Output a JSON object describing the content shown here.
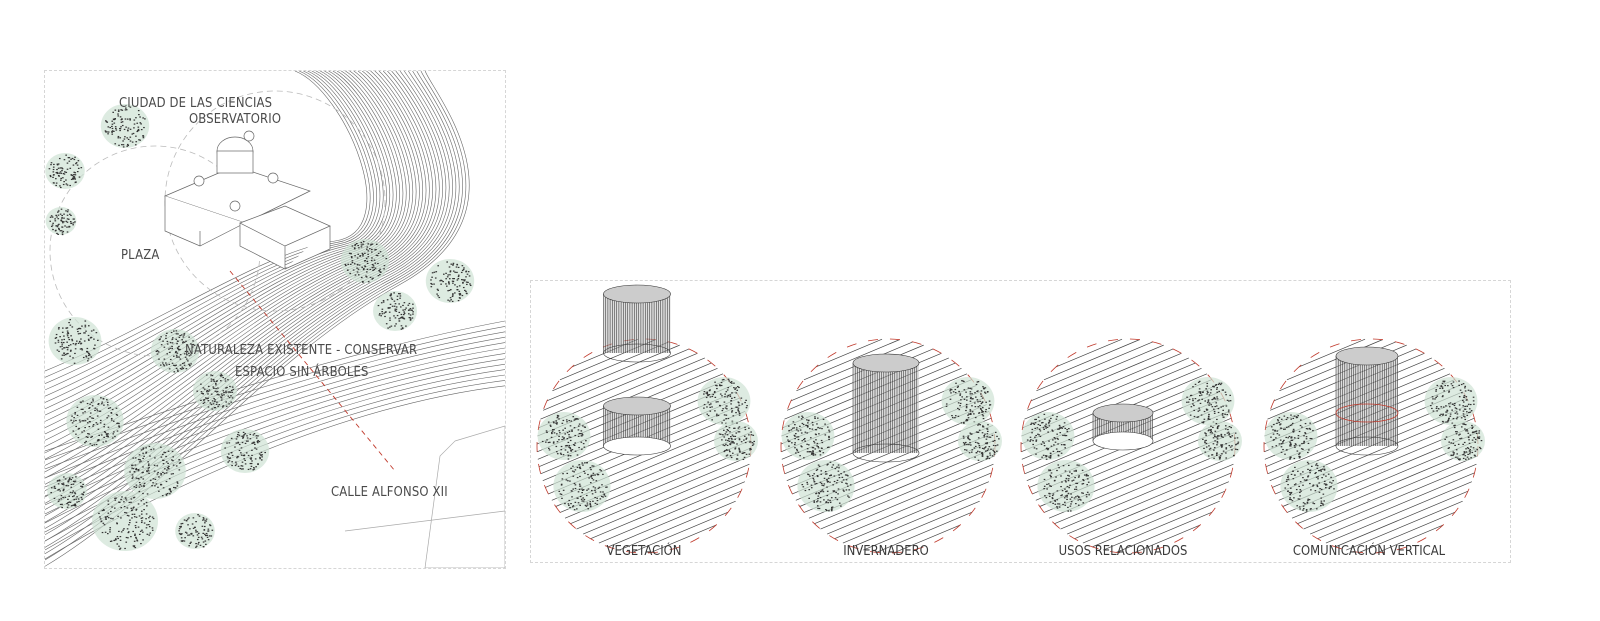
{
  "site_plan": {
    "labels": {
      "ciudad": "CIUDAD DE LAS CIENCIAS",
      "observatorio": "OBSERVATORIO",
      "plaza": "PLAZA",
      "naturaleza": "NATURALEZA EXISTENTE - CONSERVAR",
      "espacio": "ESPACIO SIN ÁRBOLES",
      "calle": "CALLE ALFONSO XII"
    }
  },
  "strategies": [
    {
      "label": "VEGETACIÓN"
    },
    {
      "label": "INVERNADERO"
    },
    {
      "label": "USOS RELACIONADOS"
    },
    {
      "label": "COMUNICACIÓN VERTICAL"
    }
  ],
  "colors": {
    "line": "#555555",
    "red_dash": "#c0392b",
    "tree_wash": "#cfe3d4",
    "border": "#d6d6d6"
  }
}
